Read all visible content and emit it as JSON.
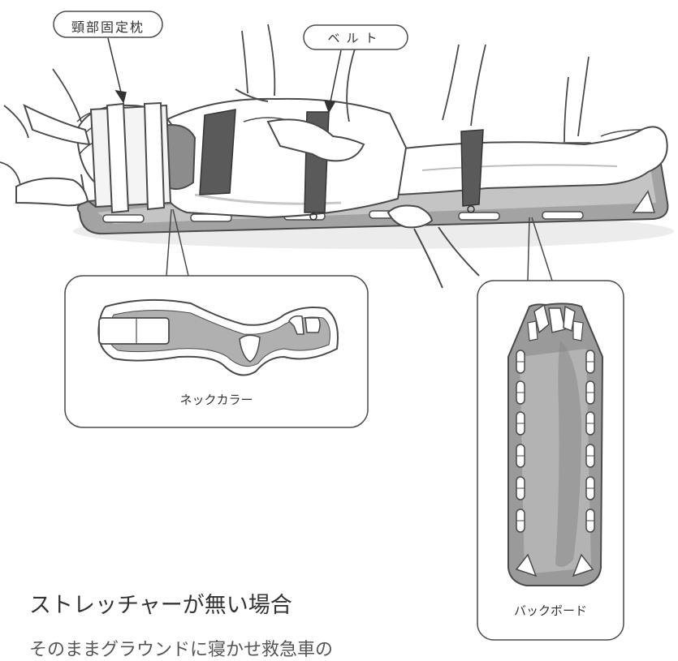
{
  "labels": {
    "head_immobilizer": "頸部固定枕",
    "belt": "ベルト",
    "neck_collar": "ネックカラー",
    "backboard": "バックボード"
  },
  "heading": "ストレッチャーが無い場合",
  "body_text": "そのままグラウンドに寝かせ救急車の",
  "colors": {
    "line": "#4a4a4a",
    "board": "#8c8c8c",
    "board_light": "#b8b8b8",
    "belt": "#5a5a5a",
    "shadow": "#e6e6e6"
  }
}
